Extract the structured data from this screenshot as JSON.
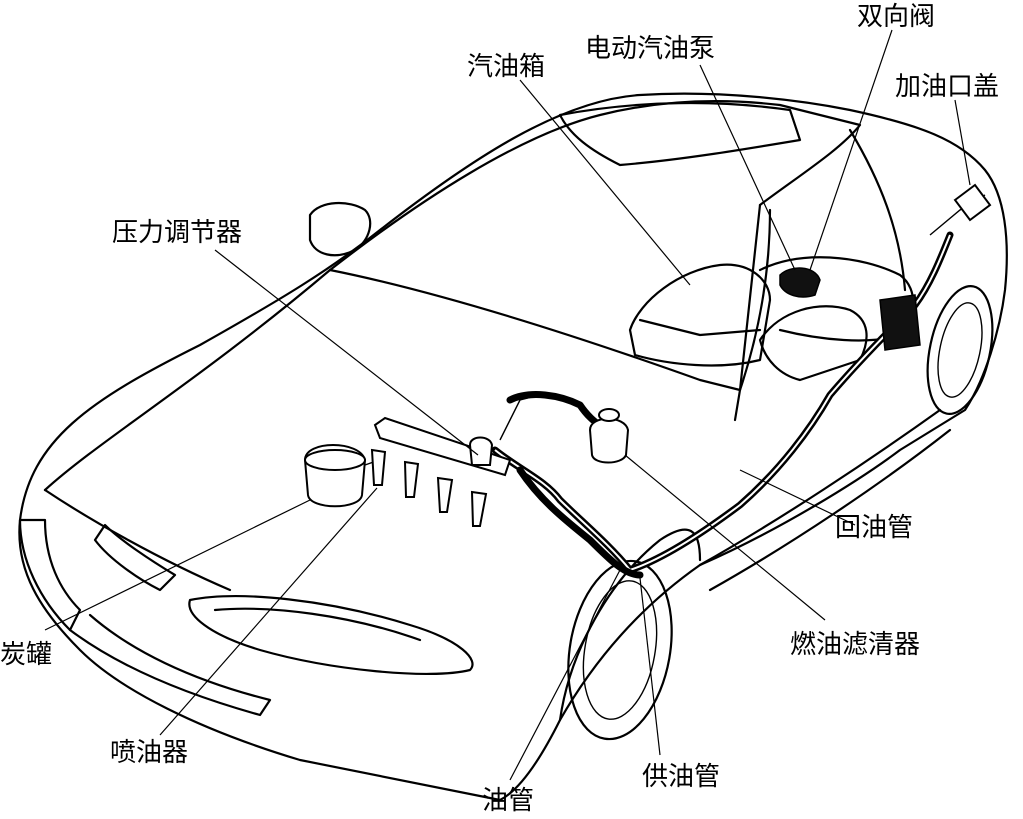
{
  "labels": {
    "shuangxiangfa": "双向阀",
    "diandong_qiyoubeng": "电动汽油泵",
    "qiyouxiang": "汽油箱",
    "jiayoukougai": "加油口盖",
    "yali_tiaojieqi": "压力调节器",
    "huiyouguan": "回油管",
    "ranyou_lvqingqi": "燃油滤清器",
    "tanguan": "炭罐",
    "penyouqi": "喷油器",
    "gongyouguan": "供油管",
    "youguan": "油管"
  },
  "colors": {
    "line": "#000000",
    "background": "#ffffff"
  }
}
